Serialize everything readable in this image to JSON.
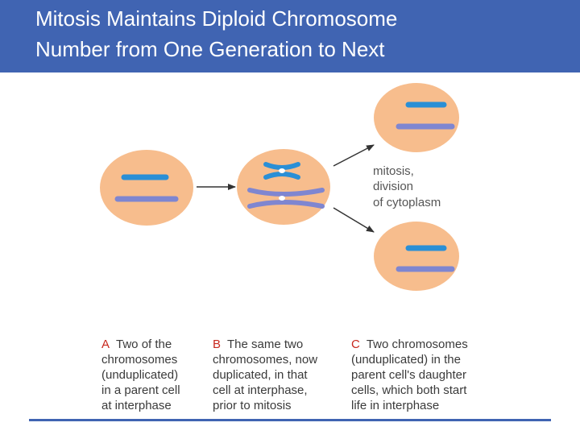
{
  "slide": {
    "title_line1": "Mitosis Maintains Diploid Chromosome",
    "title_line2": "Number from One Generation to Next"
  },
  "diagram": {
    "arrow_label_lines": [
      "mitosis,",
      "division",
      "of cytoplasm"
    ]
  },
  "captions": [
    {
      "letter": "A",
      "lines": [
        "Two of the",
        "chromosomes",
        "(unduplicated)",
        "in a parent cell",
        "at interphase"
      ]
    },
    {
      "letter": "B",
      "lines": [
        "The same two",
        "chromosomes, now",
        "duplicated, in that",
        "cell at interphase,",
        "prior to mitosis"
      ]
    },
    {
      "letter": "C",
      "lines": [
        "Two chromosomes",
        "(unduplicated) in the",
        "parent cell's daughter",
        "cells, which both start",
        "life in interphase"
      ]
    }
  ],
  "colors": {
    "title_bar": "#4064b2",
    "cell_fill": "#f7bd8d",
    "chromosome_blue": "#2a8fd6",
    "chromosome_purple": "#7f86d0",
    "caption_letter": "#c8281e"
  }
}
